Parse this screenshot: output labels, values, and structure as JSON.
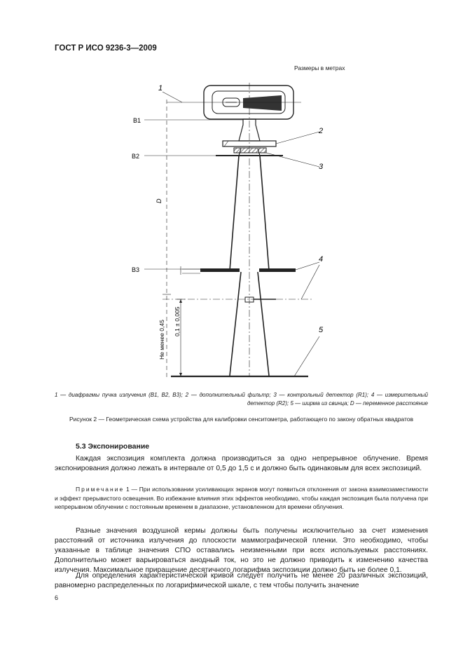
{
  "header": {
    "title": "ГОСТ Р ИСО 9236-3—2009"
  },
  "figure": {
    "units_note": "Размеры в метрах",
    "labels": {
      "b1": "В1",
      "b2": "В2",
      "b3": "В3",
      "d": "D",
      "n1": "1",
      "n2": "2",
      "n3": "3",
      "n4": "4",
      "n5": "5",
      "dist_min": "Не менее 0,45",
      "dist_tol": "0,1 ± 0,005"
    },
    "legend": "1 — диафрагмы пучка излучения (В1, В2, В3); 2 — дополнительный фильтр; 3 — контрольный детектор (R1); 4 — измерительный детектор (R2); 5 — ширма из свинца; D — переменное расстояние",
    "title": "Рисунок 2 — Геометрическая схема устройства для калибровки сенситометра, работающего по закону обратных квадратов"
  },
  "section": {
    "title": "5.3 Экспонирование",
    "para1": "Каждая экспозиция комплекта должна производиться за одно непрерывное облучение. Время экспонирования должно лежать в интервале от 0,5 до 1,5 с и должно быть одинаковым для всех экспозиций.",
    "note_label": "Примечание",
    "note_text": " 1 — При использовании усиливающих экранов могут появиться отклонения от закона взаимозаместимости и эффект прерывистого освещения. Во избежание влияния этих эффектов необходимо, чтобы каждая экспозиция была получена при непрерывном облучении с постоянным временем в диапазоне, установленном для времени облучения.",
    "para2": "Разные значения воздушной кермы должны быть получены исключительно за счет изменения расстояний от источника излучения до плоскости маммографической пленки. Это необходимо, чтобы указанные в таблице значения СПО оставались неизменными при всех используемых расстояниях. Дополнительно может варьироваться анодный ток, но это не должно приводить к изменению качества излучения. Максимальное приращение десятичного логарифма экспозиции должно быть не более 0,1.",
    "para3": "Для определения характеристической кривой следует получить не менее 20 различных экспозиций, равномерно распределенных по логарифмической шкале, с тем чтобы получить значение"
  },
  "page_number": "6"
}
